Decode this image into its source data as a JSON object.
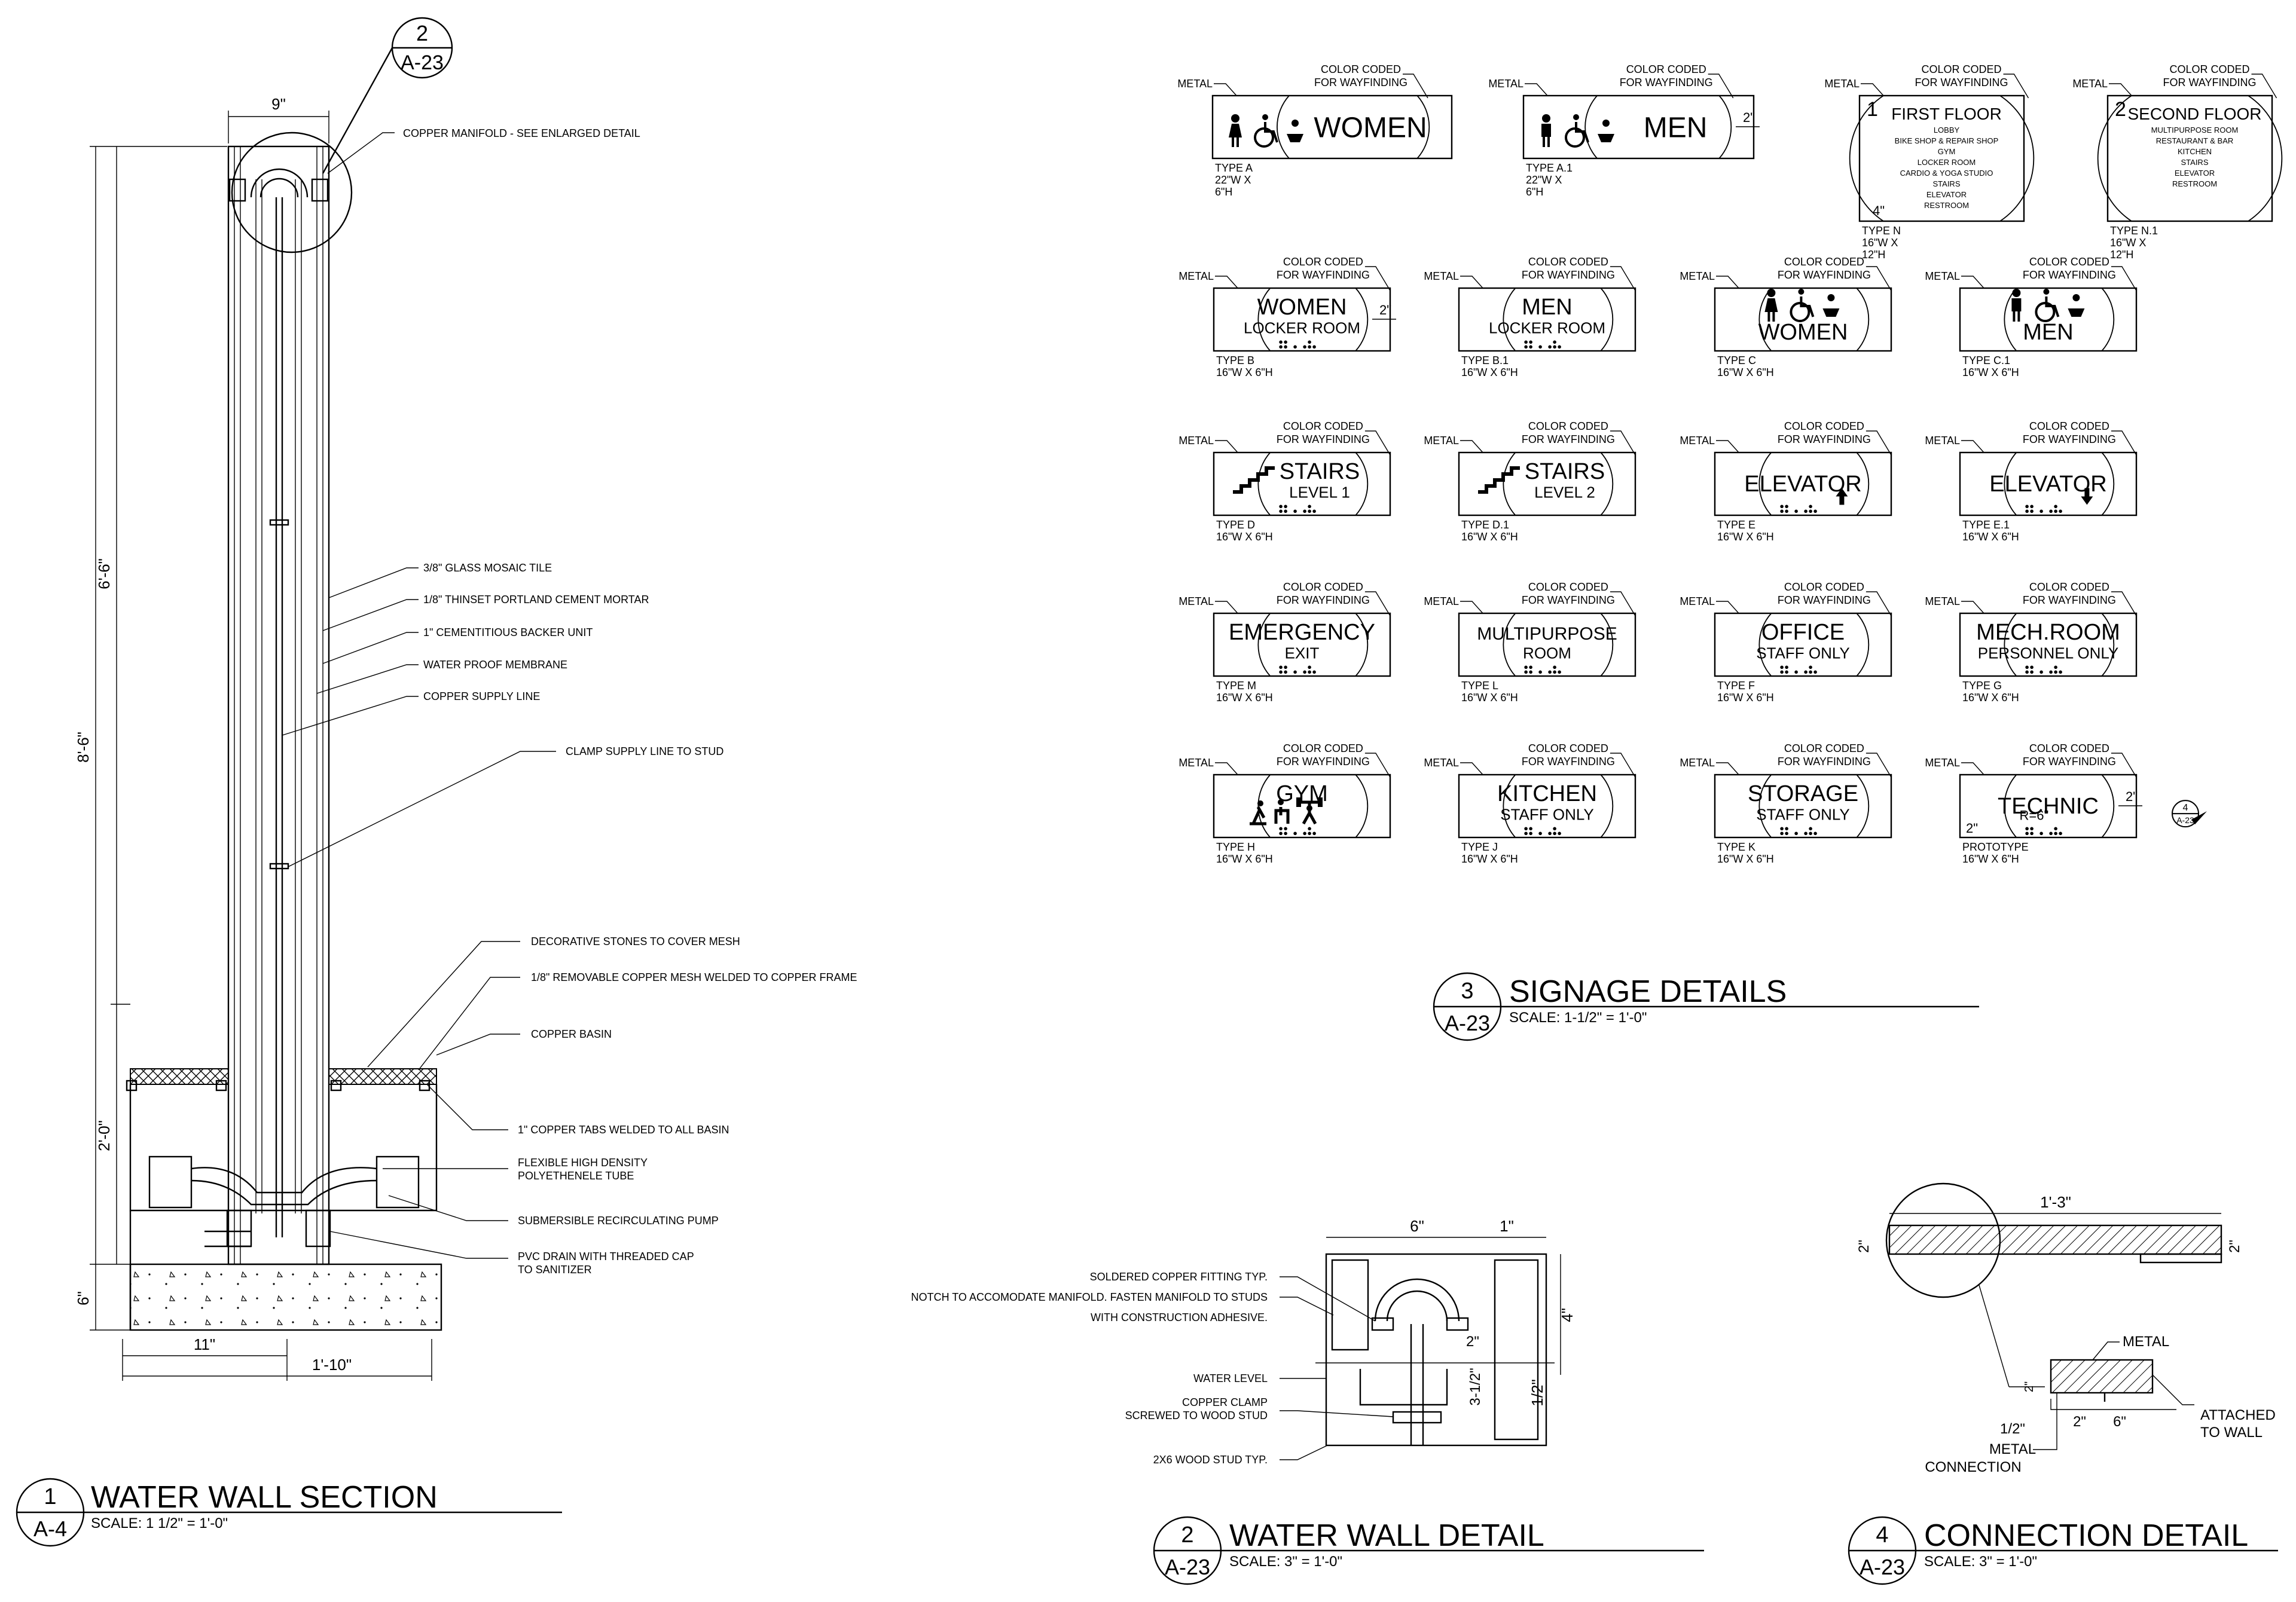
{
  "title_blocks": {
    "water_wall_section": {
      "num": "1",
      "ref": "A-4",
      "title": "WATER WALL SECTION",
      "scale": "SCALE: 1 1/2\" = 1'-0\""
    },
    "water_wall_detail": {
      "num": "2",
      "ref": "A-23",
      "title": "WATER WALL DETAIL",
      "scale": "SCALE: 3\" = 1'-0\""
    },
    "signage_details": {
      "num": "3",
      "ref": "A-23",
      "title": "SIGNAGE DETAILS",
      "scale": "SCALE: 1-1/2\" = 1'-0\""
    },
    "connection_detail": {
      "num": "4",
      "ref": "A-23",
      "title": "CONNECTION DETAIL",
      "scale": "SCALE: 3\" = 1'-0\""
    }
  },
  "section": {
    "callout": {
      "num": "2",
      "ref": "A-23"
    },
    "dims": {
      "top": "9\"",
      "overall": "8'-6\"",
      "upper": "6'-6\"",
      "lower": "2'-0\"",
      "base": "6\"",
      "left": "11\"",
      "bottom": "1'-10\""
    },
    "notes": [
      "COPPER MANIFOLD - SEE ENLARGED DETAIL",
      "3/8\" GLASS MOSAIC TILE",
      "1/8\" THINSET PORTLAND CEMENT MORTAR",
      "1\" CEMENTITIOUS BACKER UNIT",
      "WATER PROOF MEMBRANE",
      "COPPER SUPPLY LINE",
      "CLAMP SUPPLY LINE TO STUD",
      "DECORATIVE STONES TO COVER MESH",
      "1/8\" REMOVABLE COPPER MESH WELDED TO COPPER FRAME",
      "COPPER BASIN",
      "1\" COPPER TABS WELDED TO ALL BASIN",
      "FLEXIBLE HIGH DENSITY",
      "POLYETHENELE TUBE",
      "SUBMERSIBLE RECIRCULATING PUMP",
      "PVC DRAIN WITH THREADED CAP",
      "TO SANITIZER"
    ]
  },
  "wall_detail": {
    "dims": {
      "w6": "6\"",
      "w1": "1\"",
      "h4": "4\"",
      "h2": "2\"",
      "h312": "3-1/2\"",
      "h12": "1/2\""
    },
    "notes": [
      "SOLDERED COPPER FITTING TYP.",
      "NOTCH TO ACCOMODATE MANIFOLD. FASTEN MANIFOLD TO STUDS",
      "WITH CONSTRUCTION ADHESIVE.",
      "WATER LEVEL",
      "COPPER CLAMP",
      "SCREWED TO WOOD STUD",
      "2X6 WOOD STUD TYP."
    ]
  },
  "connection": {
    "dims": {
      "len": "1'-3\"",
      "h2a": "2\"",
      "h2b": "2\"",
      "d2": "2\"",
      "d6": "6\"",
      "v2": "2\""
    },
    "labels": {
      "metal": "METAL",
      "attached1": "ATTACHED",
      "attached2": "TO WALL",
      "half": "1/2\"",
      "mc1": "METAL",
      "mc2": "CONNECTION"
    }
  },
  "signage": {
    "metal_label": "METAL",
    "cc_line1": "COLOR CODED",
    "cc_line2": "FOR WAYFINDING",
    "signs": [
      {
        "id": "A",
        "main": "WOMEN",
        "sub": "",
        "icons": "woman-accessible-baby",
        "braille": false,
        "type": "TYPE A",
        "size": "22\"W X",
        "size2": "6\"H",
        "dim": ""
      },
      {
        "id": "A1",
        "main": "MEN",
        "sub": "",
        "icons": "man-accessible-baby",
        "braille": false,
        "type": "TYPE A.1",
        "size": "22\"W X",
        "size2": "6\"H",
        "dim": "2\""
      },
      {
        "id": "B",
        "main": "WOMEN",
        "sub": "LOCKER ROOM",
        "icons": "",
        "braille": true,
        "type": "TYPE B",
        "size": "16\"W X 6\"H",
        "size2": "",
        "dim": "2\""
      },
      {
        "id": "B1",
        "main": "MEN",
        "sub": "LOCKER ROOM",
        "icons": "",
        "braille": true,
        "type": "TYPE B.1",
        "size": "16\"W X 6\"H",
        "size2": "",
        "dim": ""
      },
      {
        "id": "C",
        "main": "WOMEN",
        "sub": "",
        "icons": "woman-accessible-baby",
        "braille": false,
        "type": "TYPE C",
        "size": "16\"W X 6\"H",
        "size2": "",
        "dim": ""
      },
      {
        "id": "C1",
        "main": "MEN",
        "sub": "",
        "icons": "man-accessible-baby",
        "braille": false,
        "type": "TYPE C.1",
        "size": "16\"W X 6\"H",
        "size2": "",
        "dim": ""
      },
      {
        "id": "D",
        "main": "STAIRS",
        "sub": "LEVEL 1",
        "icons": "stairs",
        "braille": true,
        "type": "TYPE D",
        "size": "16\"W X 6\"H",
        "size2": "",
        "dim": ""
      },
      {
        "id": "D1",
        "main": "STAIRS",
        "sub": "LEVEL 2",
        "icons": "stairs",
        "braille": false,
        "type": "TYPE D.1",
        "size": "16\"W X 6\"H",
        "size2": "",
        "dim": ""
      },
      {
        "id": "E",
        "main": "ELEVATOR",
        "sub": "",
        "icons": "arrow-up",
        "braille": true,
        "type": "TYPE E",
        "size": "16\"W X 6\"H",
        "size2": "",
        "dim": ""
      },
      {
        "id": "E1",
        "main": "ELEVATOR",
        "sub": "",
        "icons": "arrow-down",
        "braille": true,
        "type": "TYPE E.1",
        "size": "16\"W X 6\"H",
        "size2": "",
        "dim": ""
      },
      {
        "id": "M",
        "main": "EMERGENCY",
        "sub": "EXIT",
        "icons": "",
        "braille": true,
        "type": "TYPE M",
        "size": "16\"W X 6\"H",
        "size2": "",
        "dim": ""
      },
      {
        "id": "L",
        "main": "MULTIPURPOSE",
        "sub": "ROOM",
        "icons": "",
        "braille": true,
        "type": "TYPE L",
        "size": "16\"W X 6\"H",
        "size2": "",
        "dim": ""
      },
      {
        "id": "F",
        "main": "OFFICE",
        "sub": "STAFF ONLY",
        "icons": "",
        "braille": true,
        "type": "TYPE F",
        "size": "16\"W X 6\"H",
        "size2": "",
        "dim": ""
      },
      {
        "id": "G",
        "main": "MECH.ROOM",
        "sub": "PERSONNEL ONLY",
        "icons": "",
        "braille": true,
        "type": "TYPE G",
        "size": "16\"W X 6\"H",
        "size2": "",
        "dim": ""
      },
      {
        "id": "H",
        "main": "GYM",
        "sub": "",
        "icons": "gym",
        "braille": true,
        "type": "TYPE H",
        "size": "16\"W X 6\"H",
        "size2": "",
        "dim": ""
      },
      {
        "id": "J",
        "main": "KITCHEN",
        "sub": "STAFF ONLY",
        "icons": "",
        "braille": true,
        "type": "TYPE J",
        "size": "16\"W X 6\"H",
        "size2": "",
        "dim": ""
      },
      {
        "id": "K",
        "main": "STORAGE",
        "sub": "STAFF ONLY",
        "icons": "",
        "braille": true,
        "type": "TYPE K",
        "size": "16\"W X 6\"H",
        "size2": "",
        "dim": ""
      },
      {
        "id": "P",
        "main": "TECHNIC",
        "sub": "",
        "icons": "",
        "braille": true,
        "type": "PROTOTYPE",
        "size": "16\"W X 6\"H",
        "size2": "",
        "dim": "2\"",
        "dim2": "2\"",
        "radius": "R=6\"",
        "callout_num": "4",
        "callout_ref": "A-23"
      }
    ],
    "floor_signs": [
      {
        "id": "N",
        "num": "1",
        "title": "FIRST FLOOR",
        "items": [
          "LOBBY",
          "BIKE SHOP & REPAIR SHOP",
          "GYM",
          "LOCKER ROOM",
          "CARDIO & YOGA STUDIO",
          "STAIRS",
          "ELEVATOR",
          "RESTROOM"
        ],
        "type": "TYPE N",
        "size": "16\"W X",
        "size2": "12\"H",
        "dim": "4\""
      },
      {
        "id": "N1",
        "num": "2",
        "title": "SECOND FLOOR",
        "items": [
          "MULTIPURPOSE ROOM",
          "RESTAURANT & BAR",
          "KITCHEN",
          "STAIRS",
          "ELEVATOR",
          "RESTROOM"
        ],
        "type": "TYPE N.1",
        "size": "16\"W X",
        "size2": "12\"H",
        "dim": ""
      }
    ]
  }
}
